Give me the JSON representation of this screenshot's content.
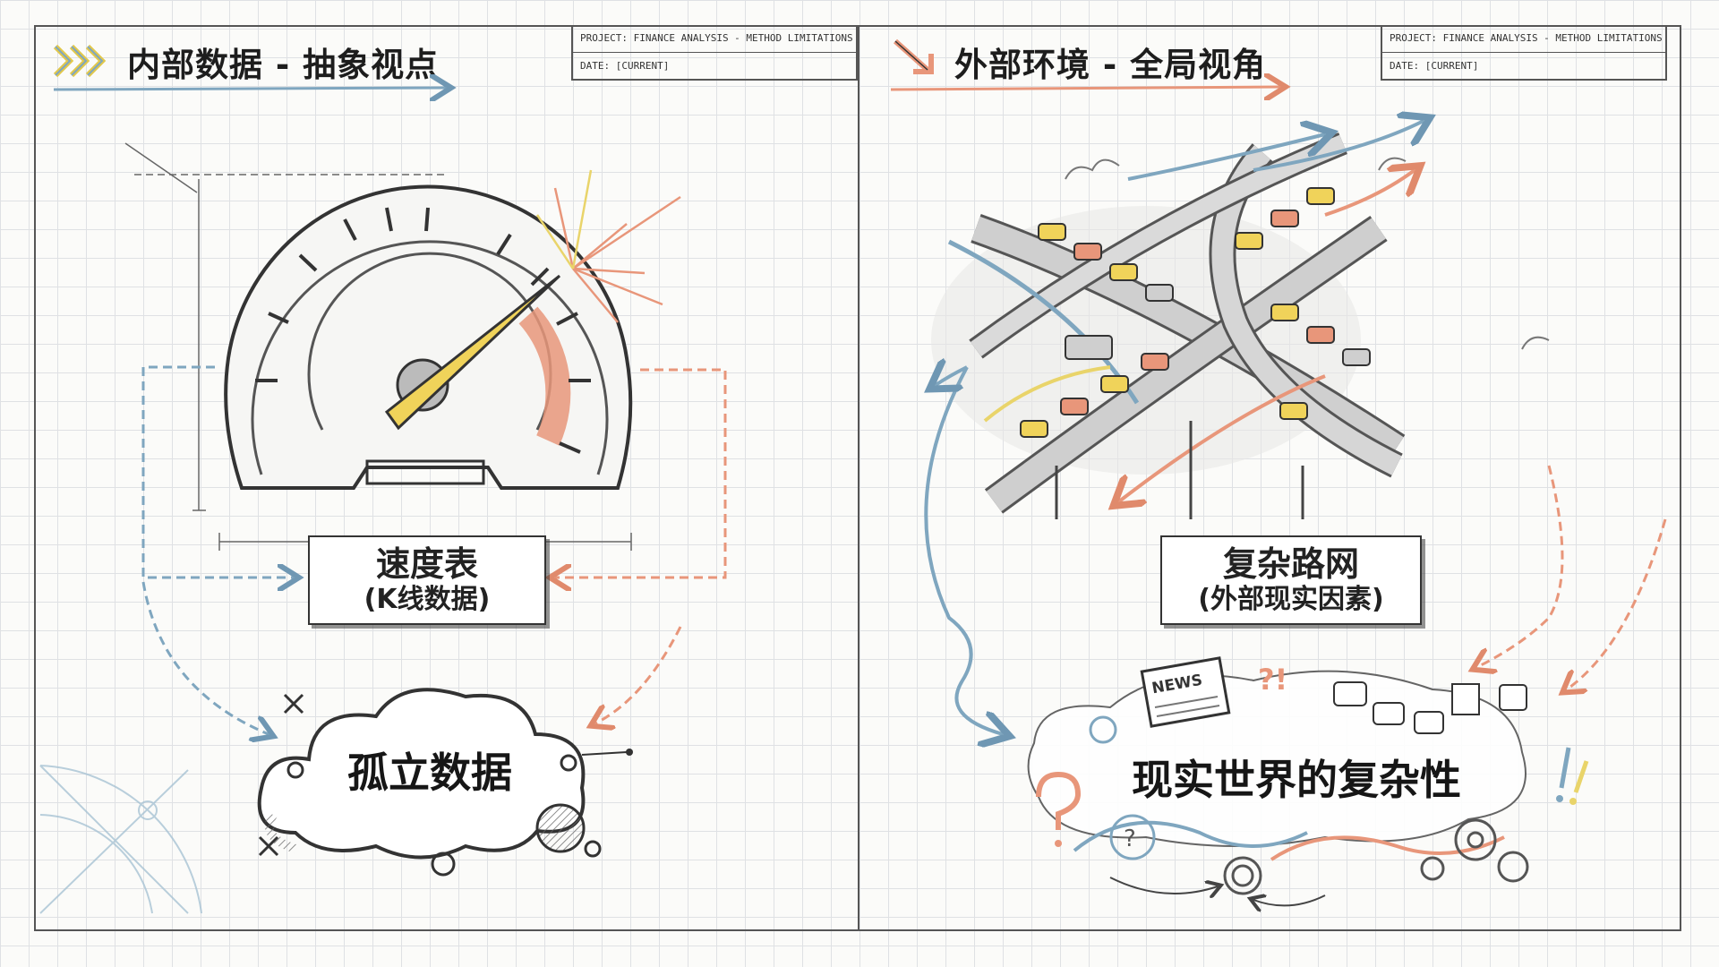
{
  "left_panel": {
    "title": "内部数据 - 抽象视点",
    "meta": {
      "project": "PROJECT: FINANCE ANALYSIS - METHOD LIMITATIONS",
      "date": "DATE: [CURRENT]"
    },
    "gauge_label": {
      "main": "速度表",
      "sub": "(K线数据)"
    },
    "cloud_label": "孤立数据"
  },
  "right_panel": {
    "title": "外部环境 - 全局视角",
    "meta": {
      "project": "PROJECT: FINANCE ANALYSIS - METHOD LIMITATIONS",
      "date": "DATE: [CURRENT]"
    },
    "road_label": {
      "main": "复杂路网",
      "sub": "(外部现实因素)"
    },
    "complexity_label": "现实世界的复杂性",
    "news_sign": "NEWS"
  },
  "colors": {
    "blue": "#7fa6bf",
    "orange": "#e8967a",
    "yellow": "#e9d46a",
    "ink": "#333333"
  }
}
